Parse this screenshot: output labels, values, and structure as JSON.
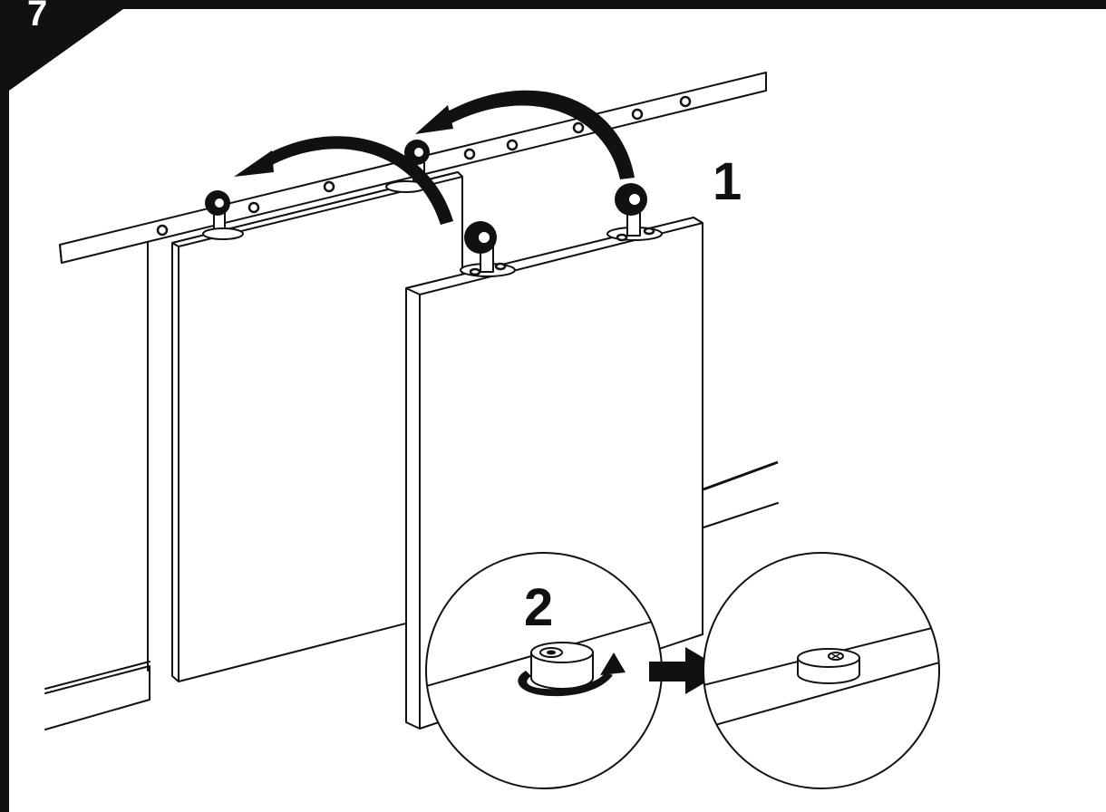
{
  "step_badge": {
    "number": "7"
  },
  "callouts": {
    "step_1": "1",
    "step_2": "2"
  },
  "icons": {
    "rotate_arrows": "curved-arrow-icon",
    "turn_arrow": "rotate-arrow-icon",
    "result_arrow": "right-arrow-icon"
  },
  "colors": {
    "line": "#111111",
    "background": "#ffffff"
  }
}
